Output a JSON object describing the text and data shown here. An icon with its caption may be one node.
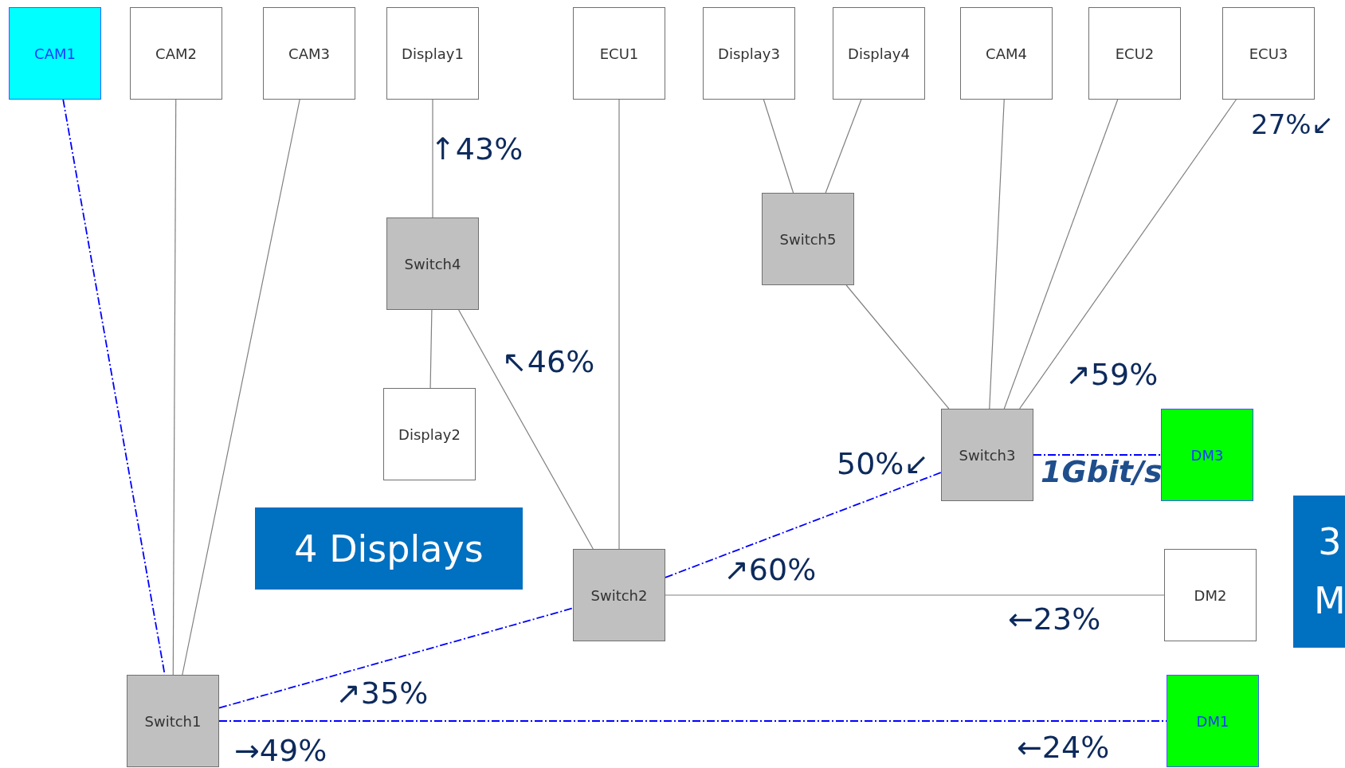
{
  "diagram": {
    "nodes": [
      {
        "text": [
          "CAM1"
        ]
      },
      {
        "text": [
          "CAM2"
        ]
      },
      {
        "text": [
          "CAM3"
        ]
      },
      {
        "text": [
          "Display1"
        ]
      },
      {
        "text": [
          "ECU1"
        ]
      },
      {
        "text": [
          "Display3"
        ]
      },
      {
        "text": [
          "Display4"
        ]
      },
      {
        "text": [
          "CAM4"
        ]
      },
      {
        "text": [
          "ECU2"
        ]
      },
      {
        "text": [
          "ECU3"
        ]
      },
      {
        "text": [
          "Switch5"
        ]
      },
      {
        "text": [
          "Switch4"
        ]
      },
      {
        "text": [
          "Display2"
        ]
      },
      {
        "text": [
          "Switch3"
        ]
      },
      {
        "text": [
          "DM3"
        ]
      },
      {
        "text": [
          "3 M"
        ]
      },
      {
        "text": [
          "4 Displays"
        ]
      },
      {
        "text": [
          "Switch2"
        ]
      },
      {
        "text": [
          "DM2"
        ]
      },
      {
        "text": [
          "Switch1"
        ]
      },
      {
        "text": [
          "DM1"
        ]
      }
    ],
    "edges": [
      {
        "from": 0,
        "to": 19,
        "arrow": "none",
        "style": "dashed",
        "color": "#0000ff"
      },
      {
        "from": 1,
        "to": 19,
        "arrow": "none"
      },
      {
        "from": 2,
        "to": 19,
        "arrow": "none"
      },
      {
        "from": 3,
        "to": 11,
        "arrow": "none"
      },
      {
        "from": 11,
        "to": 12,
        "arrow": "none"
      },
      {
        "from": 11,
        "to": 17,
        "arrow": "none"
      },
      {
        "from": 4,
        "to": 17,
        "arrow": "none"
      },
      {
        "from": 5,
        "to": 10,
        "arrow": "none"
      },
      {
        "from": 6,
        "to": 10,
        "arrow": "none"
      },
      {
        "from": 10,
        "to": 13,
        "arrow": "none"
      },
      {
        "from": 7,
        "to": 13,
        "arrow": "none"
      },
      {
        "from": 8,
        "to": 13,
        "arrow": "none"
      },
      {
        "from": 9,
        "to": 13,
        "arrow": "none"
      },
      {
        "from": 13,
        "to": 14,
        "arrow": "none",
        "style": "dashed",
        "color": "#0000ff"
      },
      {
        "from": 17,
        "to": 13,
        "arrow": "none",
        "style": "dashed",
        "color": "#0000ff"
      },
      {
        "from": 17,
        "to": 18,
        "arrow": "none"
      },
      {
        "from": 19,
        "to": 17,
        "arrow": "none",
        "style": "dashed",
        "color": "#0000ff"
      },
      {
        "from": 19,
        "to": 20,
        "arrow": "none",
        "style": "dashed",
        "color": "#0000ff"
      }
    ],
    "labels": [
      "27%↙",
      "↑43%",
      "↖46%",
      "↗59%",
      "50%↙",
      "1Gbit/s",
      "↗60%",
      "←23%",
      "↗35%",
      "→49%",
      "←24%"
    ]
  }
}
